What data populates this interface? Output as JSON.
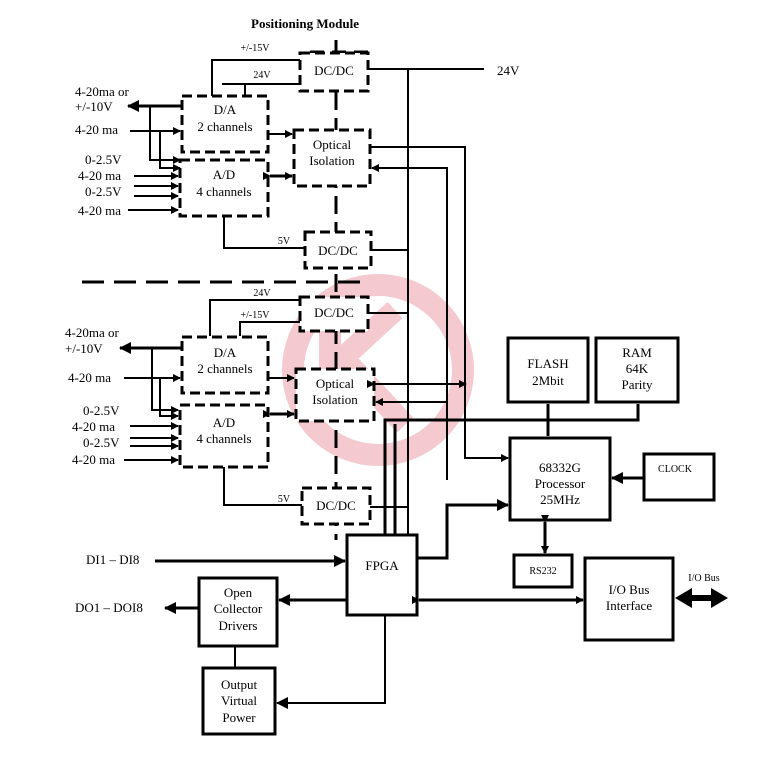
{
  "title": "Positioning Module",
  "power_24v": "24V",
  "v_pm15": "+/-15V",
  "v_24": "24V",
  "v_5": "5V",
  "dcdc": "DC/DC",
  "da": {
    "line1": "D/A",
    "line2": "2 channels"
  },
  "ad": {
    "line1": "A/D",
    "line2": "4 channels"
  },
  "opt": {
    "line1": "Optical",
    "line2": "Isolation"
  },
  "out_label": {
    "line1": "4-20ma or",
    "line2": "+/-10V"
  },
  "in_420": "4-20 ma",
  "in_0_25": "0-2.5V",
  "flash": {
    "line1": "FLASH",
    "line2": "2Mbit"
  },
  "ram": {
    "line1": "RAM",
    "line2": "64K",
    "line3": "Parity"
  },
  "cpu": {
    "line1": "68332G",
    "line2": "Processor",
    "line3": "25MHz"
  },
  "clock": "CLOCK",
  "rs232": "RS232",
  "fpga": "FPGA",
  "iobus_if": {
    "line1": "I/O Bus",
    "line2": "Interface"
  },
  "iobus": "I/O Bus",
  "di": "DI1 – DI8",
  "do": "DO1 – DOI8",
  "ocd": {
    "line1": "Open",
    "line2": "Collector",
    "line3": "Drivers"
  },
  "ovp": {
    "line1": "Output",
    "line2": "Virtual",
    "line3": "Power"
  }
}
